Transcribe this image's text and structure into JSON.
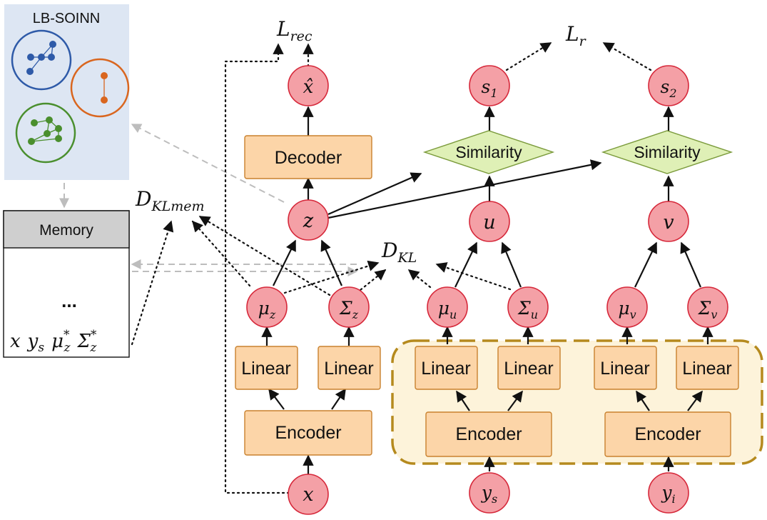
{
  "soinn": {
    "title": "LB-SOINN"
  },
  "memory": {
    "title": "Memory",
    "ellipsis": "...",
    "fields": {
      "x": "x",
      "ys": "y",
      "ys_sub": "s",
      "mu": "μ",
      "mu_sub": "z",
      "mu_sup": "*",
      "sigma": "Σ",
      "sigma_sub": "z",
      "sigma_sup": "*"
    }
  },
  "boxes": {
    "decoder": "Decoder",
    "encoder": "Encoder",
    "linear": "Linear",
    "similarity": "Similarity"
  },
  "nodes": {
    "xhat": "x̂",
    "z": "z",
    "mu_z": {
      "base": "μ",
      "sub": "z"
    },
    "sigma_z": {
      "base": "Σ",
      "sub": "z"
    },
    "x": "x",
    "s1": {
      "base": "s",
      "sub": "1"
    },
    "s2": {
      "base": "s",
      "sub": "2"
    },
    "u": "u",
    "v": "v",
    "mu_u": {
      "base": "μ",
      "sub": "u"
    },
    "sigma_u": {
      "base": "Σ",
      "sub": "u"
    },
    "mu_v": {
      "base": "μ",
      "sub": "v"
    },
    "sigma_v": {
      "base": "Σ",
      "sub": "v"
    },
    "ys": {
      "base": "y",
      "sub": "s"
    },
    "yi": {
      "base": "y",
      "sub": "i"
    }
  },
  "losses": {
    "lrec": {
      "base": "L",
      "sub": "rec"
    },
    "lr": {
      "base": "L",
      "sub": "r"
    },
    "dkl": {
      "base": "D",
      "sub": "KL"
    },
    "dklmem": {
      "base": "D",
      "sub": "KLmem"
    }
  },
  "colors": {
    "node_fill": "#f4a0a6",
    "node_stroke": "#d6283a",
    "box_fill": "#fcd5a8",
    "diamond_fill": "#dff0b6",
    "panel_fill": "#dde6f3",
    "shared_region_fill": "#fdf3da",
    "shared_region_border": "#b58a1e",
    "cluster_blue": "#2e5aa8",
    "cluster_orange": "#d9661f",
    "cluster_green": "#4a8f2e"
  }
}
